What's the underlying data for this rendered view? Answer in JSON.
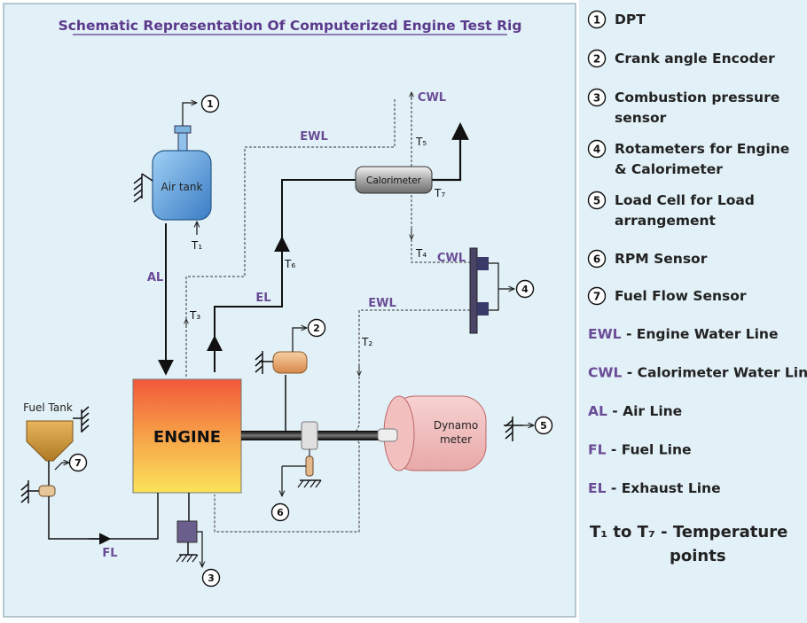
{
  "title": "Schematic Representation Of Computerized Engine Test Rig",
  "components": {
    "air_tank": "Air tank",
    "calorimeter": "Calorimeter",
    "engine": "ENGINE",
    "fuel_tank": "Fuel Tank",
    "dynamometer_line1": "Dynamo",
    "dynamometer_line2": "meter"
  },
  "line_labels": {
    "cwl_top": "CWL",
    "cwl_right": "CWL",
    "ewl_top": "EWL",
    "ewl_mid": "EWL",
    "al": "AL",
    "el": "EL",
    "fl": "FL"
  },
  "temps": {
    "t1": "T₁",
    "t2": "T₂",
    "t3": "T₃",
    "t4": "T₄",
    "t5": "T₅",
    "t6": "T₆",
    "t7": "T₇"
  },
  "sensor_markers": [
    "1",
    "2",
    "3",
    "4",
    "5",
    "6",
    "7"
  ],
  "legend": {
    "numbered": [
      {
        "num": "1",
        "lines": [
          "DPT"
        ]
      },
      {
        "num": "2",
        "lines": [
          "Crank angle Encoder"
        ]
      },
      {
        "num": "3",
        "lines": [
          "Combustion pressure",
          "sensor"
        ]
      },
      {
        "num": "4",
        "lines": [
          "Rotameters for Engine",
          "& Calorimeter"
        ]
      },
      {
        "num": "5",
        "lines": [
          "Load Cell for Load",
          "arrangement"
        ]
      },
      {
        "num": "6",
        "lines": [
          "RPM Sensor"
        ]
      },
      {
        "num": "7",
        "lines": [
          "Fuel Flow Sensor"
        ]
      }
    ],
    "abbreviations": [
      {
        "abbr": "EWL",
        "desc": " - Engine Water Line"
      },
      {
        "abbr": "CWL",
        "desc": " - Calorimeter Water Line"
      },
      {
        "abbr": "AL",
        "desc": " - Air Line"
      },
      {
        "abbr": "FL",
        "desc": " - Fuel Line"
      },
      {
        "abbr": "EL",
        "desc": " - Exhaust Line"
      }
    ],
    "temperature_line1": "T₁ to T₇ - Temperature",
    "temperature_line2": "points"
  }
}
